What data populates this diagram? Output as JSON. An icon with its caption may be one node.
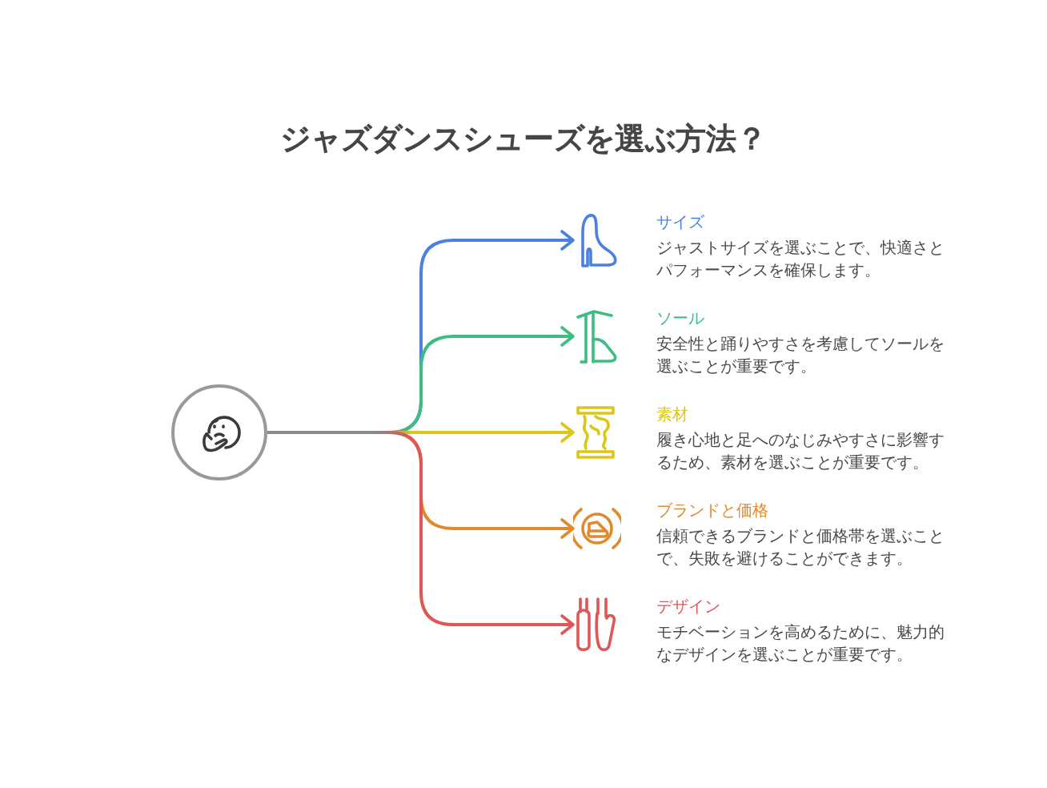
{
  "diagram": {
    "title": "ジャズダンスシューズを選ぶ方法？",
    "nodes": [
      {
        "text": [],
        "shape": "circle"
      },
      {
        "text": [
          "サイズ",
          "ジャストサイズを選ぶことで、快適さとパフォーマンスを確保します。"
        ]
      },
      {
        "text": [
          "ソール",
          "安全性と踊りやすさを考慮してソールを選ぶことが重要です。"
        ]
      },
      {
        "text": [
          "素材",
          "履き心地と足へのなじみやすさに影響するため、素材を選ぶことが重要です。"
        ]
      },
      {
        "text": [
          "ブランドと価格",
          "信頼できるブランドと価格帯を選ぶことで、失敗を避けることができます。"
        ]
      },
      {
        "text": [
          "デザイン",
          "モチベーションを高めるために、魅力的なデザインを選ぶことが重要です。"
        ]
      }
    ],
    "edges": [
      {
        "from": 0,
        "to": 1,
        "arrow": "to",
        "color": "#4a80e0"
      },
      {
        "from": 0,
        "to": 2,
        "arrow": "to",
        "color": "#3dbd82"
      },
      {
        "from": 0,
        "to": 3,
        "arrow": "to",
        "color": "#dcc617"
      },
      {
        "from": 0,
        "to": 4,
        "arrow": "to",
        "color": "#e0892e"
      },
      {
        "from": 0,
        "to": 5,
        "arrow": "to",
        "color": "#e05555"
      }
    ]
  }
}
